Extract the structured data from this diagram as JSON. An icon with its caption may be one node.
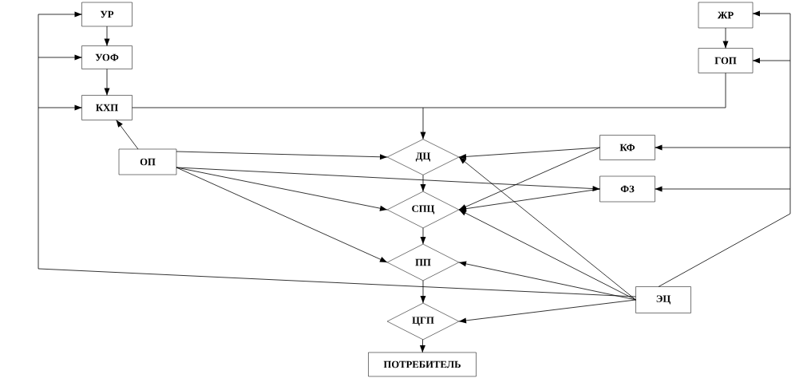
{
  "diagram": {
    "nodes": [
      {
        "text": [
          "УР"
        ]
      },
      {
        "text": [
          "ЖР"
        ]
      },
      {
        "text": [
          "УОФ"
        ]
      },
      {
        "text": [
          "ГОП"
        ]
      },
      {
        "text": [
          "КХП"
        ]
      },
      {
        "text": [
          "ОП"
        ]
      },
      {
        "text": [
          "ДЦ"
        ]
      },
      {
        "text": [
          "КФ"
        ]
      },
      {
        "text": [
          "ФЗ"
        ]
      },
      {
        "text": [
          "СПЦ"
        ]
      },
      {
        "text": [
          "ПП"
        ]
      },
      {
        "text": [
          "ЭЦ"
        ]
      },
      {
        "text": [
          "ЦГП"
        ]
      },
      {
        "text": [
          "ПОТРЕБИТЕЛЬ"
        ]
      }
    ],
    "edges": [
      {
        "from": 0,
        "to": 2,
        "arrow": "to"
      },
      {
        "from": 2,
        "to": 4,
        "arrow": "to"
      },
      {
        "from": 1,
        "to": 3,
        "arrow": "to"
      },
      {
        "from": 4,
        "to": 6,
        "arrow": "to"
      },
      {
        "from": 3,
        "to": 6,
        "arrow": "to"
      },
      {
        "from": 5,
        "to": 4,
        "arrow": "to"
      },
      {
        "from": 5,
        "to": 6,
        "arrow": "to"
      },
      {
        "from": 5,
        "to": 8,
        "arrow": "to"
      },
      {
        "from": 5,
        "to": 9,
        "arrow": "to"
      },
      {
        "from": 5,
        "to": 10,
        "arrow": "to"
      },
      {
        "from": 6,
        "to": 9,
        "arrow": "to"
      },
      {
        "from": 9,
        "to": 10,
        "arrow": "to"
      },
      {
        "from": 10,
        "to": 12,
        "arrow": "to"
      },
      {
        "from": 12,
        "to": 13,
        "arrow": "to"
      },
      {
        "from": 7,
        "to": 6,
        "arrow": "to"
      },
      {
        "from": 7,
        "to": 9,
        "arrow": "to"
      },
      {
        "from": 8,
        "to": 9,
        "arrow": "to"
      },
      {
        "from": 11,
        "to": 6,
        "arrow": "to"
      },
      {
        "from": 11,
        "to": 9,
        "arrow": "to"
      },
      {
        "from": 11,
        "to": 10,
        "arrow": "to"
      },
      {
        "from": 11,
        "to": 12,
        "arrow": "to"
      },
      {
        "from": 11,
        "to": 1,
        "arrow": "to"
      },
      {
        "from": 11,
        "to": 3,
        "arrow": "to"
      },
      {
        "from": 11,
        "to": 7,
        "arrow": "to"
      },
      {
        "from": 11,
        "to": 8,
        "arrow": "to"
      },
      {
        "from": 11,
        "to": 0,
        "arrow": "to"
      },
      {
        "from": 11,
        "to": 2,
        "arrow": "to"
      },
      {
        "from": 11,
        "to": 4,
        "arrow": "to"
      }
    ]
  }
}
